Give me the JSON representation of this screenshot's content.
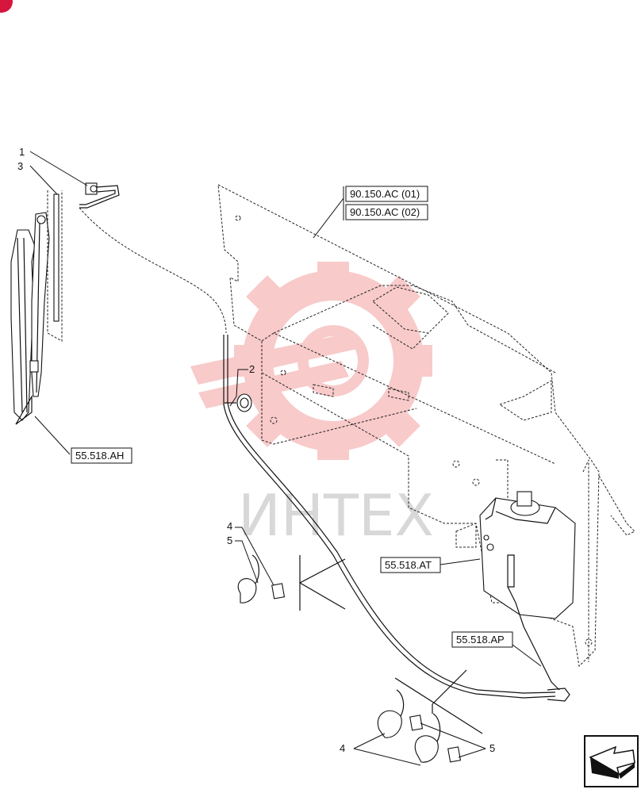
{
  "watermark": {
    "text": "ИНТЕХ",
    "logo_color": "#f4a0a0",
    "text_color": "#d8d8d8"
  },
  "callouts": [
    {
      "id": "c1",
      "label": "1"
    },
    {
      "id": "c3",
      "label": "3"
    },
    {
      "id": "c2",
      "label": "2"
    },
    {
      "id": "c4a",
      "label": "4"
    },
    {
      "id": "c5a",
      "label": "5"
    },
    {
      "id": "c4b",
      "label": "4"
    },
    {
      "id": "c5b",
      "label": "5"
    }
  ],
  "references": [
    {
      "id": "r1",
      "label": "90.150.AC (01)"
    },
    {
      "id": "r2",
      "label": "90.150.AC (02)"
    },
    {
      "id": "r3",
      "label": "55.518.AH"
    },
    {
      "id": "r4",
      "label": "55.518.AT"
    },
    {
      "id": "r5",
      "label": "55.518.AP"
    }
  ],
  "nav": {
    "icon": "next-page-arrow-icon"
  },
  "corner_badge": {
    "icon": "corner-badge-icon",
    "color": "#d6163c"
  }
}
